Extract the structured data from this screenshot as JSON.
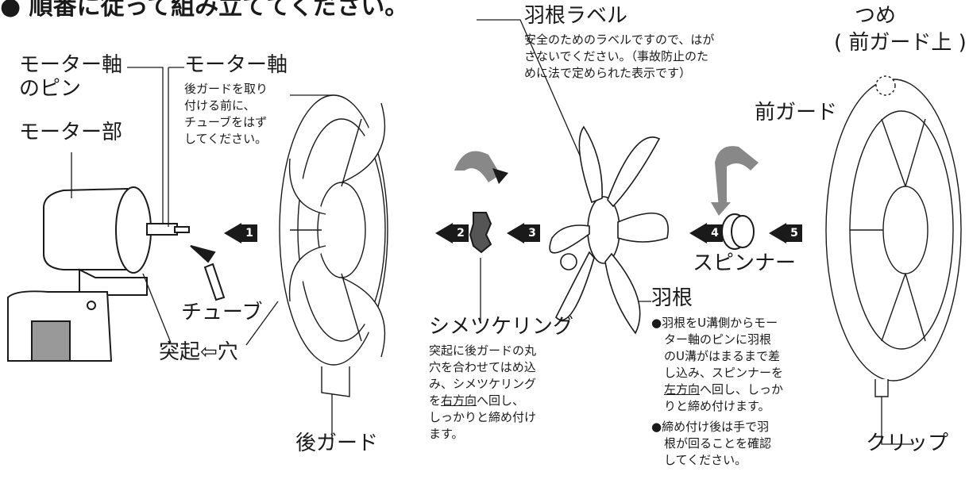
{
  "title": "● 順番に従って組み立ててください。",
  "labels": {
    "motor_shaft_pin": [
      "モーター軸",
      "のピン"
    ],
    "motor_shaft": "モーター軸",
    "motor_shaft_note": [
      "後ガードを取り",
      "付ける前に、",
      "チューブをはず",
      "してください。"
    ],
    "motor_unit": "モーター部",
    "tube": "チューブ",
    "protrusion_hole": "突起⇦穴",
    "rear_guard": "後ガード",
    "blade_label": "羽根ラベル",
    "blade_label_note": [
      "安全のためのラベルですので、はが",
      "さないでください。（事故防止のた",
      "めに法で定められた表示です）"
    ],
    "tab": "つめ",
    "tab_sub": "( 前ガード上 )",
    "front_guard": "前ガード",
    "spinner": "スピンナー",
    "ring": "シメツケリング",
    "ring_note_1": [
      "突起に後ガードの丸",
      "穴を合わせてはめ込",
      "み、シメツケリング"
    ],
    "ring_note_dir": "右方向",
    "ring_note_2": [
      "へ回し、",
      "しっかりと締め付け",
      "ます。"
    ],
    "ring_note_wo": "を",
    "blade": "羽根",
    "blade_note_1": [
      "●羽根をU溝側からモー",
      "ター軸のピンに羽根",
      "のU溝がはまるまで差",
      "し込み、スピンナーを"
    ],
    "blade_note_dir": "左方向",
    "blade_note_2": [
      "へ回し、しっか",
      "りと締め付けます。"
    ],
    "blade_note_3": [
      "●締め付け後は手で羽",
      "根が回ることを確認",
      "してください。"
    ],
    "clip": "クリップ"
  },
  "steps": [
    "1",
    "2",
    "3",
    "4",
    "5"
  ]
}
